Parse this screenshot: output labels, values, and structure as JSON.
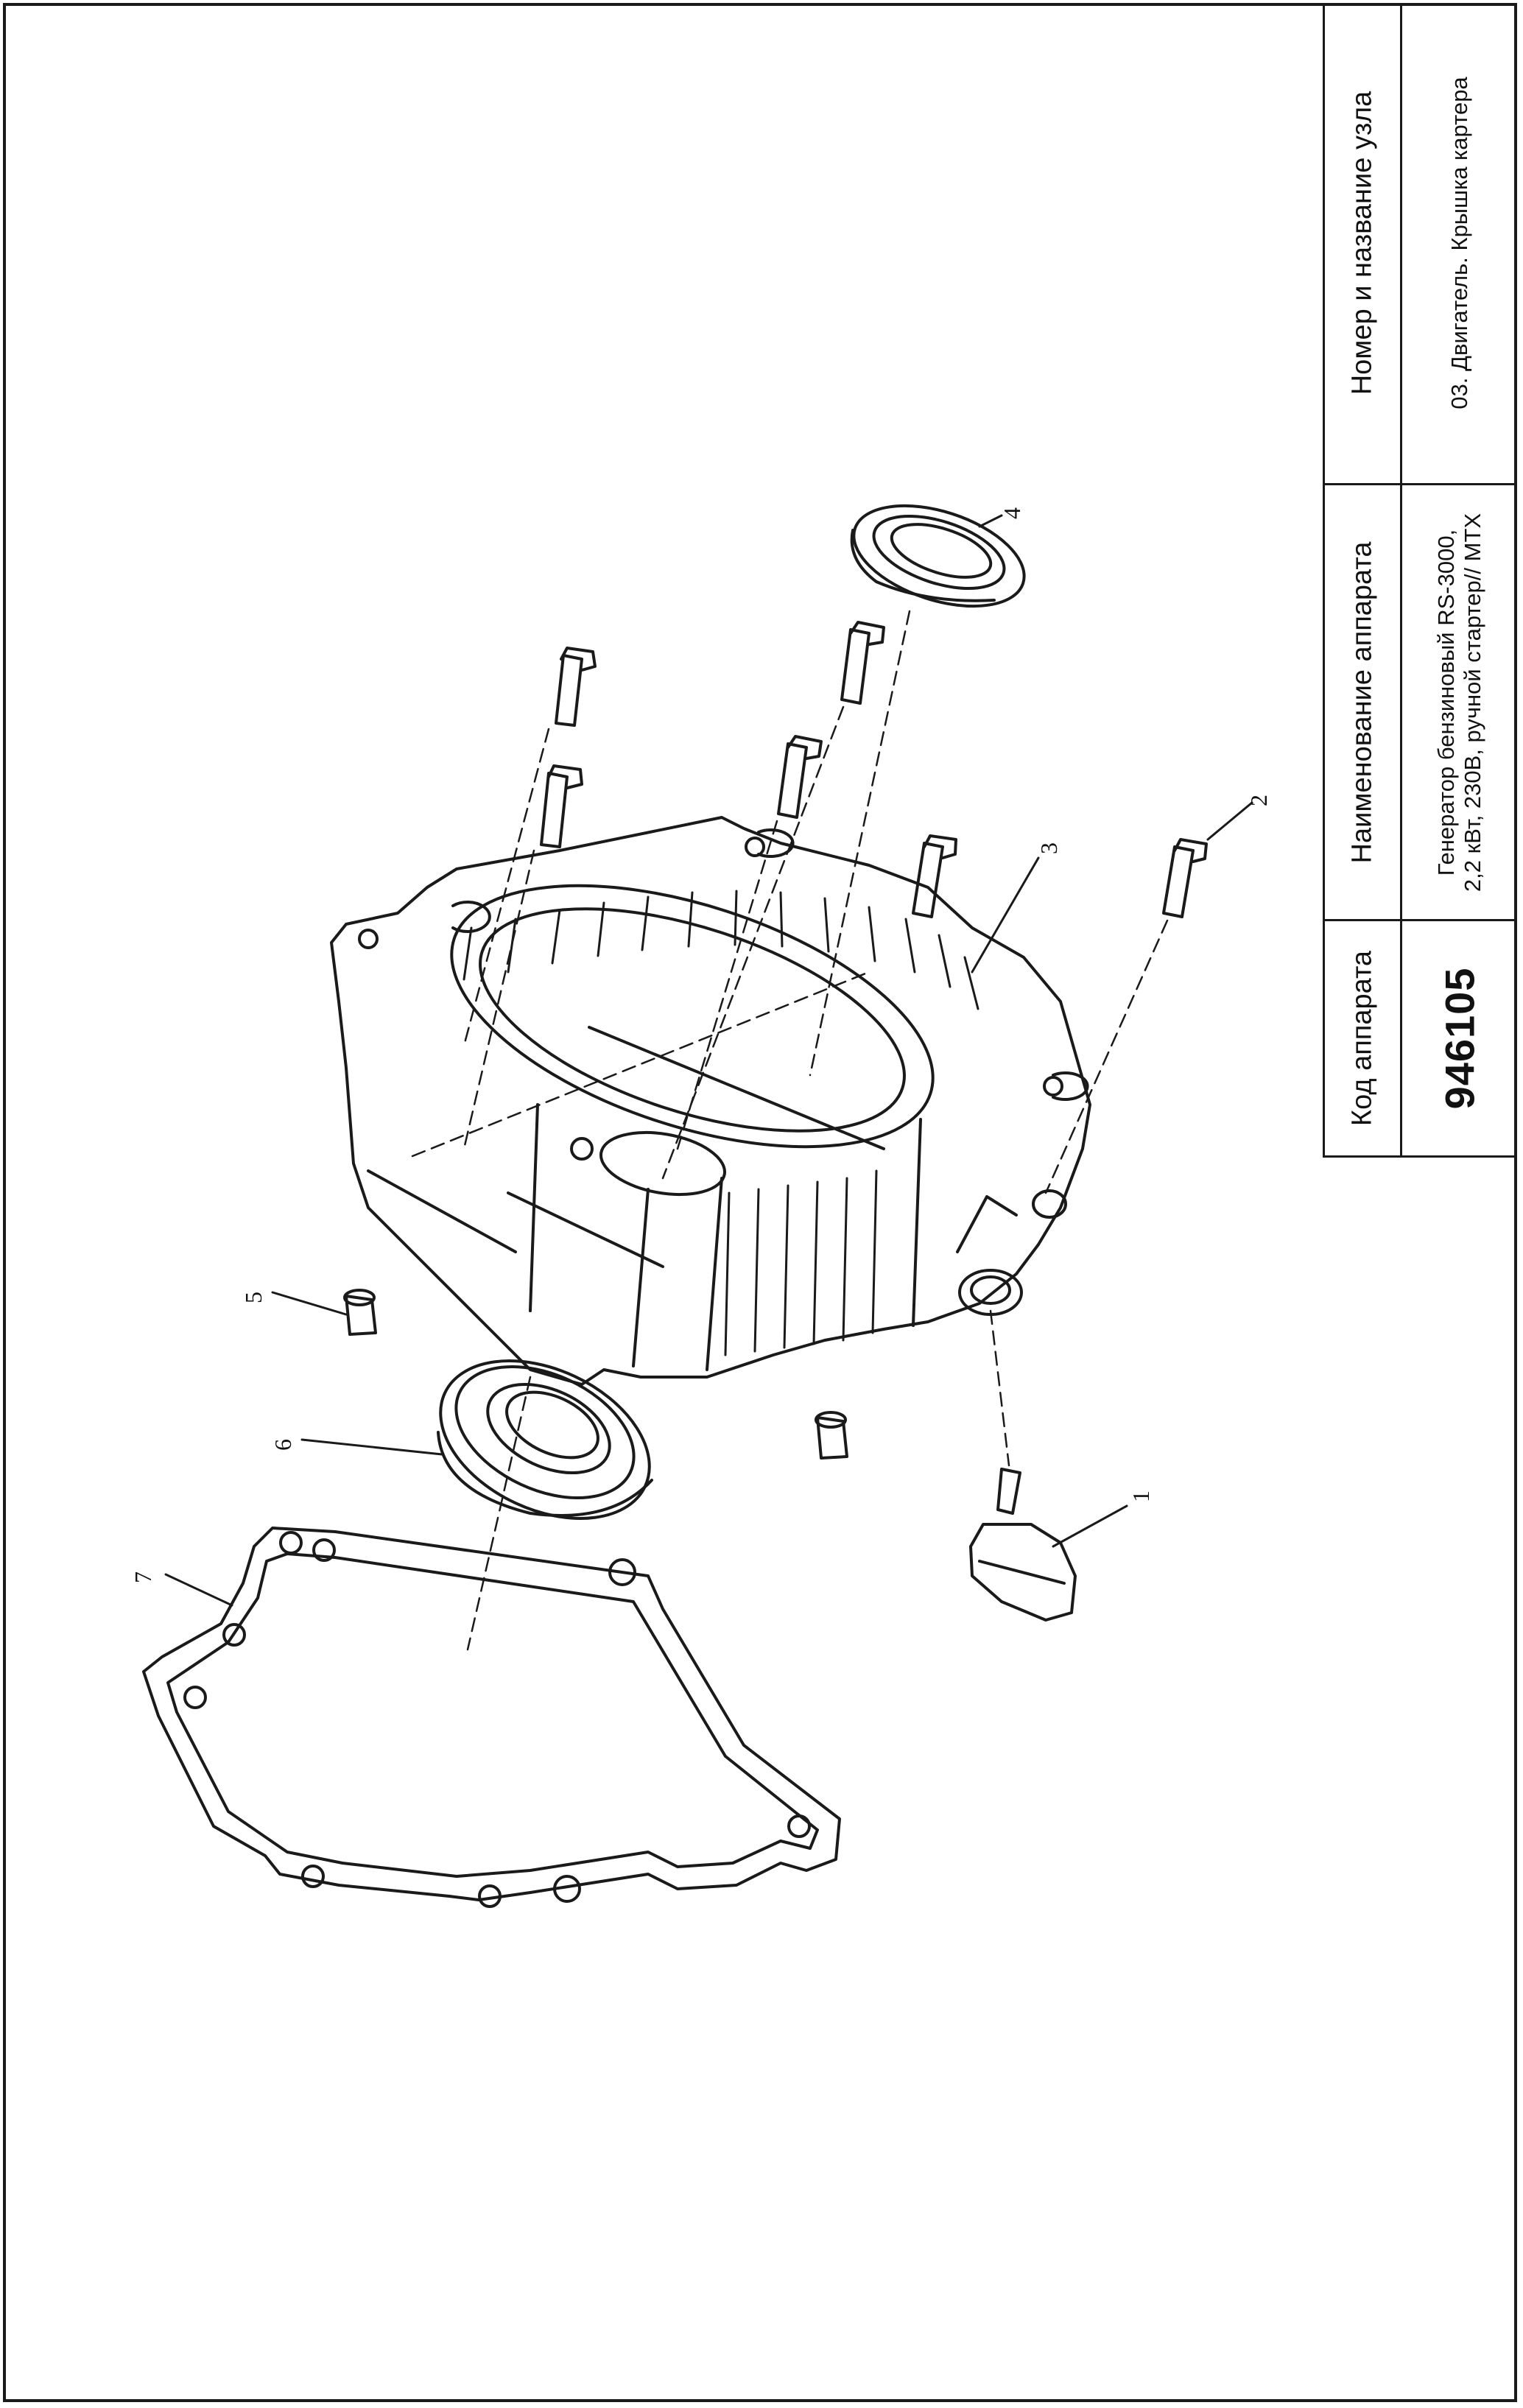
{
  "title_block": {
    "header_code": "Код аппарата",
    "header_name": "Наименование аппарата",
    "header_unit": "Номер и название узла",
    "code": "946105",
    "name_line1": "Генератор бензиновый RS-3000,",
    "name_line2": "2,2 кВт, 230В, ручной стартер// МТХ",
    "unit": "03. Двигатель. Крышка картера"
  },
  "callouts": [
    "1",
    "2",
    "3",
    "4",
    "5",
    "6",
    "7"
  ]
}
